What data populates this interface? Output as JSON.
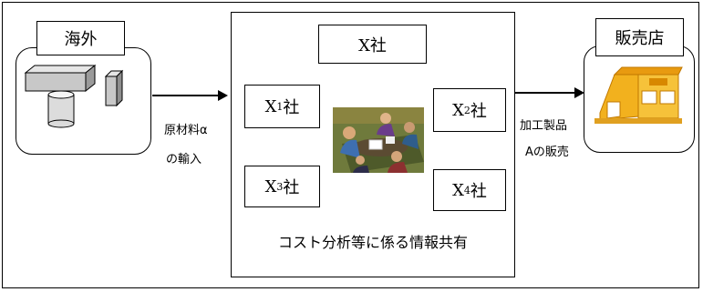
{
  "overseas": {
    "label": "海外"
  },
  "shop": {
    "label": "販売店"
  },
  "center": {
    "x_company": "X社",
    "x1": {
      "prefix": "X",
      "sub": "1",
      "suffix": "社"
    },
    "x2": {
      "prefix": "X",
      "sub": "2",
      "suffix": "社"
    },
    "x3": {
      "prefix": "X",
      "sub": "3",
      "suffix": "社"
    },
    "x4": {
      "prefix": "X",
      "sub": "4",
      "suffix": "社"
    },
    "caption": "コスト分析等に係る情報共有"
  },
  "left_arrow": {
    "line1": "原材料α",
    "line2": "の輸入"
  },
  "right_arrow": {
    "line1": "加工製品",
    "line2": "Aの販売"
  }
}
